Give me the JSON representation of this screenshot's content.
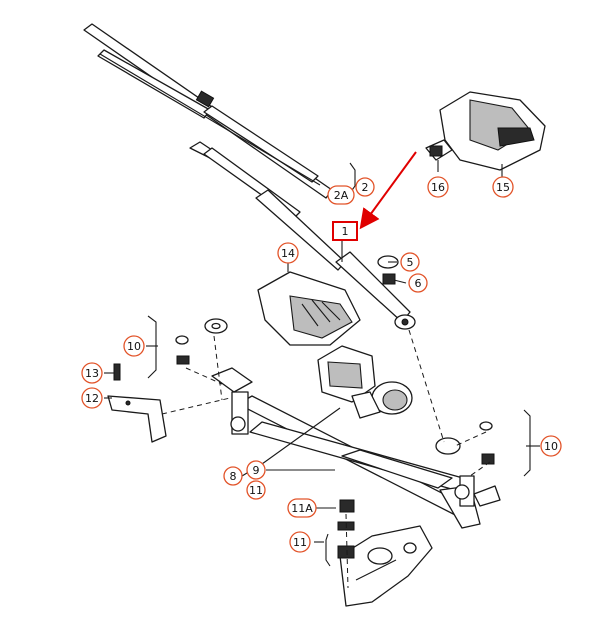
{
  "colors": {
    "callout": "#e2542a",
    "arrow": "#e00000",
    "ink": "#1a1a1a"
  },
  "callouts": {
    "c1": "1",
    "c2": "2",
    "c2a": "2A",
    "c5": "5",
    "c6": "6",
    "c8": "8",
    "c9": "9",
    "c10_left": "10",
    "c10_right": "10",
    "c11_label": "11",
    "c11_lower": "11",
    "c11a": "11A",
    "c12": "12",
    "c13": "13",
    "c14": "14",
    "c15": "15",
    "c16": "16"
  }
}
